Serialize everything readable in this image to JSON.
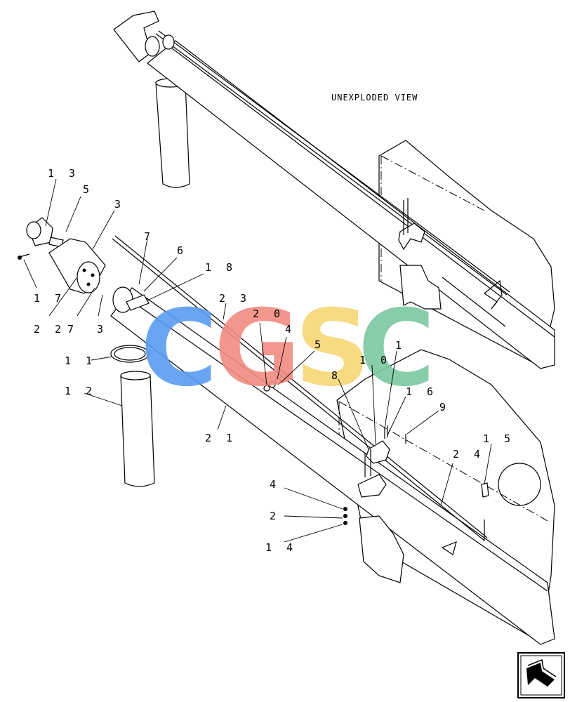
{
  "view_label": "UNEXPLODED VIEW",
  "watermark": {
    "letters": [
      "C",
      "G",
      "S",
      "C"
    ],
    "colors": [
      "#5a9cf0",
      "#f28b82",
      "#f7d774",
      "#7cc8a0"
    ]
  },
  "callouts": {
    "c13": "1 3",
    "c5a": "5",
    "c3a": "3",
    "c7a": "7",
    "c6": "6",
    "c18": "1 8",
    "c17": "1 7",
    "c22": "2 2",
    "c7b": "7",
    "c3b": "3",
    "c23": "2 3",
    "c20": "2 0",
    "c4a": "4",
    "c5b": "5",
    "c11": "1 1",
    "c12": "1 2",
    "c21": "2 1",
    "c1": "1",
    "c10": "1 0",
    "c8": "8",
    "c16": "1 6",
    "c9": "9",
    "c15": "1 5",
    "c24": "2 4",
    "c4b": "4",
    "c2": "2",
    "c14": "1 4"
  },
  "nav_icon": "next-page-arrow-icon"
}
